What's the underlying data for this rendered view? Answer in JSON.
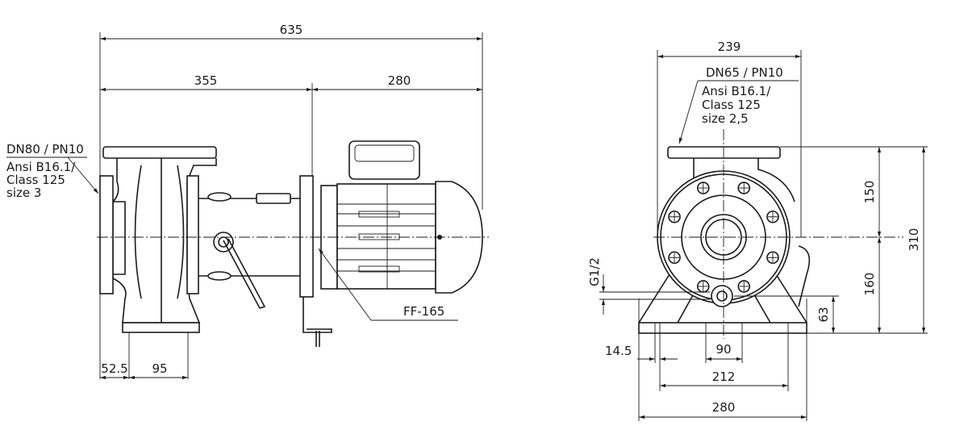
{
  "side_view": {
    "dim_overall": "635",
    "dim_pump": "355",
    "dim_motor": "280",
    "dim_inlet_offset": "52.5",
    "dim_foot": "95",
    "inlet_label": [
      "DN80 / PN10",
      "Ansi B16.1/",
      "Class 125",
      "size 3"
    ],
    "flange_label": "FF-165"
  },
  "front_view": {
    "dim_width": "239",
    "outlet_label": [
      "DN65 / PN10",
      "Ansi B16.1/",
      "Class 125",
      "size 2,5"
    ],
    "dim_upper": "150",
    "dim_lower": "160",
    "dim_total_height": "310",
    "dim_drain_height": "63",
    "drain_label": "G1/2",
    "dim_hole": "14.5",
    "dim_foot_inner": "90",
    "dim_foot_holes": "212",
    "dim_foot_width": "280"
  }
}
